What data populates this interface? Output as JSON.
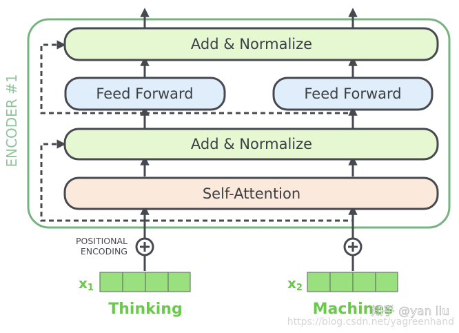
{
  "encoder": {
    "label": "ENCODER #1",
    "border_color": "#77b381"
  },
  "blocks": {
    "add_normalize_top": "Add & Normalize",
    "feed_forward_left": "Feed Forward",
    "feed_forward_right": "Feed Forward",
    "add_normalize_bottom": "Add & Normalize",
    "self_attention": "Self-Attention"
  },
  "positional": {
    "line1": "POSITIONAL",
    "line2": "ENCODING"
  },
  "inputs": [
    {
      "symbol": "x",
      "subscript": "1",
      "word": "Thinking",
      "cells": 4
    },
    {
      "symbol": "x",
      "subscript": "2",
      "word": "Machines",
      "cells": 4
    }
  ],
  "watermark": {
    "line1": "知乎 @yan liu",
    "line2": "https://blog.csdn.net/yagreenhand"
  },
  "colors": {
    "green_fill": "#e6f8d2",
    "blue_fill": "#e0eefb",
    "peach_fill": "#fbe9dc",
    "stroke": "#464a50",
    "accent_green": "#6ac84b",
    "cell_fill": "#9ae07f",
    "encoder_label": "#8ec49a"
  }
}
